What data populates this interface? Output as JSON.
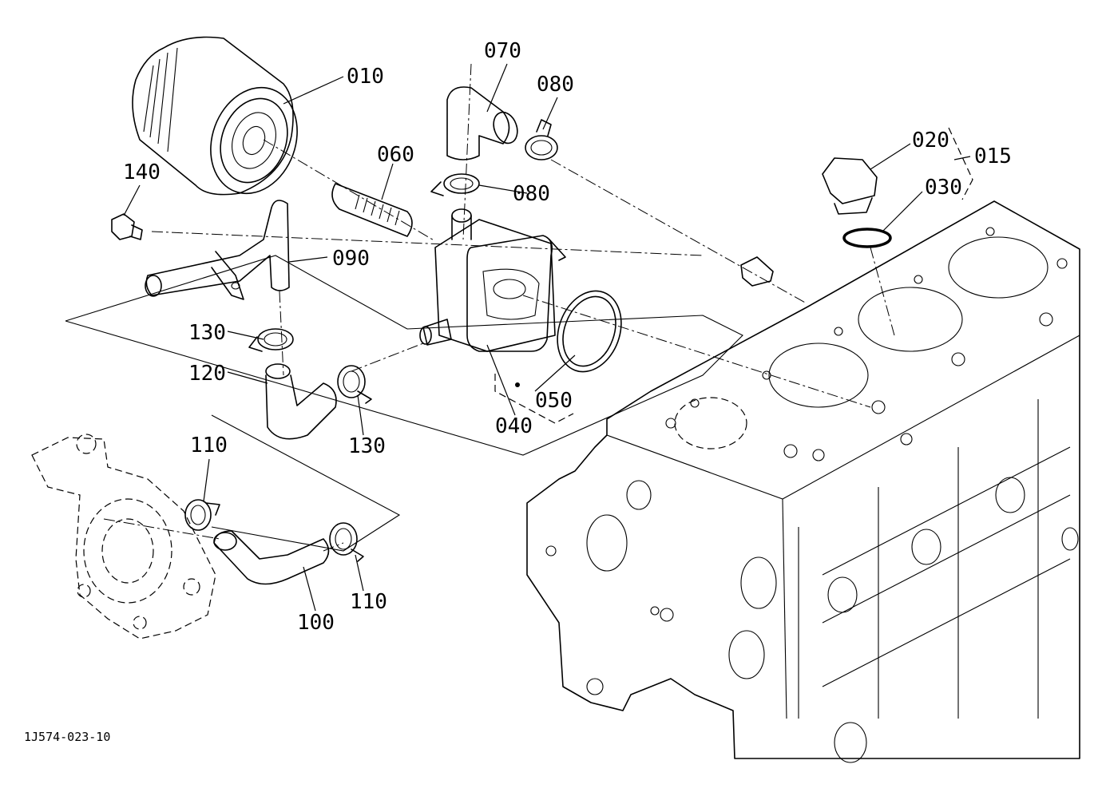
{
  "callouts": [
    {
      "id": "010",
      "text": "010"
    },
    {
      "id": "015",
      "text": "015"
    },
    {
      "id": "020",
      "text": "020"
    },
    {
      "id": "030",
      "text": "030"
    },
    {
      "id": "040",
      "text": "040"
    },
    {
      "id": "050",
      "text": "050"
    },
    {
      "id": "060",
      "text": "060"
    },
    {
      "id": "070",
      "text": "070"
    },
    {
      "id": "080a",
      "text": "080"
    },
    {
      "id": "080b",
      "text": "080"
    },
    {
      "id": "090",
      "text": "090"
    },
    {
      "id": "100",
      "text": "100"
    },
    {
      "id": "110a",
      "text": "110"
    },
    {
      "id": "110b",
      "text": "110"
    },
    {
      "id": "120",
      "text": "120"
    },
    {
      "id": "130a",
      "text": "130"
    },
    {
      "id": "130b",
      "text": "130"
    },
    {
      "id": "140",
      "text": "140"
    }
  ],
  "drawing_code": "1J574-023-10"
}
